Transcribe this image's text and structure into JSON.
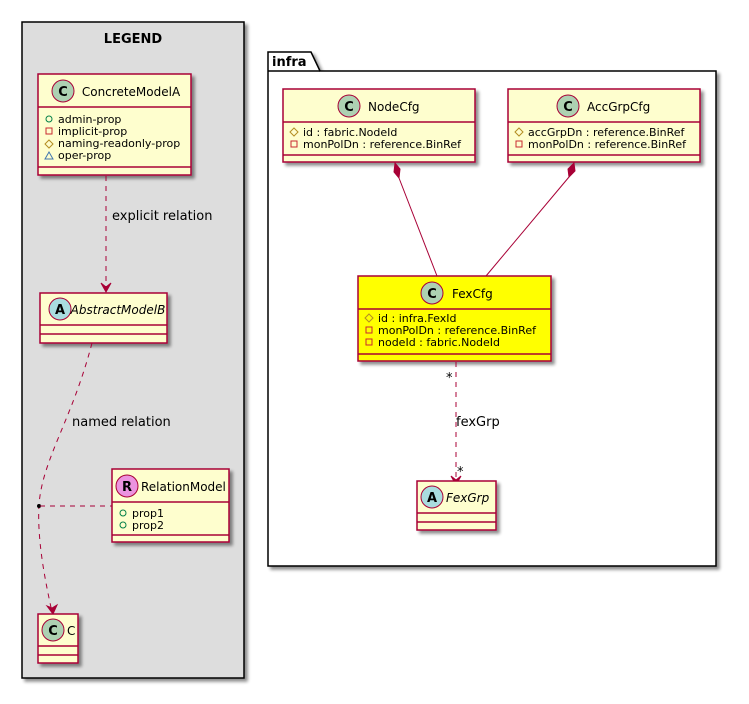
{
  "legend": {
    "title": "LEGEND",
    "concrete_model": {
      "name": "ConcreteModelA",
      "stereotype_letter": "C",
      "attributes": [
        {
          "visibility": "public",
          "text": "admin-prop"
        },
        {
          "visibility": "private",
          "text": "implicit-prop"
        },
        {
          "visibility": "protected",
          "text": "naming-readonly-prop"
        },
        {
          "visibility": "package",
          "text": "oper-prop"
        }
      ]
    },
    "abstract_model": {
      "name": "AbstractModelB",
      "stereotype_letter": "A"
    },
    "relation_model": {
      "name": "RelationModel",
      "stereotype_letter": "R",
      "attributes": [
        {
          "visibility": "public",
          "text": "prop1"
        },
        {
          "visibility": "public",
          "text": "prop2"
        }
      ]
    },
    "target_model": {
      "name": "C",
      "stereotype_letter": "C"
    },
    "explicit_relation_label": "explicit relation",
    "named_relation_label": "named relation"
  },
  "package": {
    "name": "infra",
    "node_cfg": {
      "name": "NodeCfg",
      "stereotype_letter": "C",
      "attributes": [
        {
          "visibility": "protected",
          "text": "id : fabric.NodeId"
        },
        {
          "visibility": "private",
          "text": "monPolDn : reference.BinRef"
        }
      ]
    },
    "acc_grp_cfg": {
      "name": "AccGrpCfg",
      "stereotype_letter": "C",
      "attributes": [
        {
          "visibility": "protected",
          "text": "accGrpDn : reference.BinRef"
        },
        {
          "visibility": "private",
          "text": "monPolDn : reference.BinRef"
        }
      ]
    },
    "fex_cfg": {
      "name": "FexCfg",
      "stereotype_letter": "C",
      "attributes": [
        {
          "visibility": "protected",
          "text": "id : infra.FexId"
        },
        {
          "visibility": "private",
          "text": "monPolDn : reference.BinRef"
        },
        {
          "visibility": "private",
          "text": "nodeId : fabric.NodeId"
        }
      ]
    },
    "fex_grp": {
      "name": "FexGrp",
      "stereotype_letter": "A"
    },
    "fex_grp_relation": {
      "label": "fexGrp",
      "source_multiplicity": "*",
      "target_multiplicity": "*"
    }
  },
  "colors": {
    "class_fill": "#FEFECE",
    "highlight_fill": "#FFFF00",
    "border": "#A80036",
    "legend_bg": "#DDDDDD",
    "class_circle": "#ADD1B2",
    "abstract_circle": "#A9DCDF",
    "relation_circle": "#EB93DF"
  }
}
